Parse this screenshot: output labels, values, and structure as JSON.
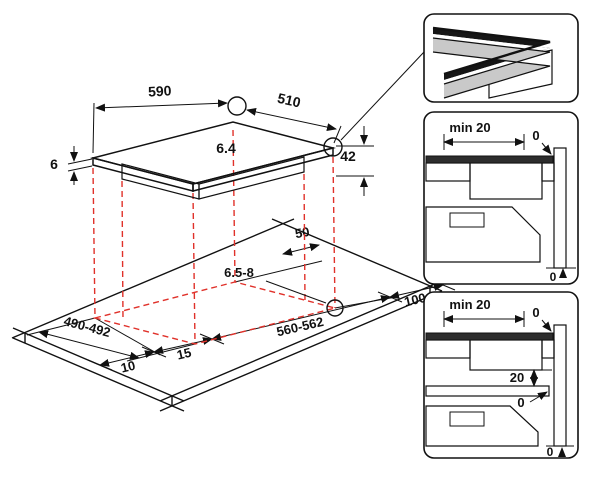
{
  "diagram": {
    "hob": {
      "width": "590",
      "depth": "510",
      "glass_thickness": "6.4",
      "edge_height": "6",
      "built_in_depth": "42"
    },
    "cutout": {
      "rear_clearance": "50",
      "flush_recess": "6.5-8",
      "depth": "490-492",
      "front_margin": "10",
      "front_offset": "15",
      "width": "560-562",
      "side_clearance": "100"
    },
    "section_top": {
      "min_side_clearance": "min 20",
      "wall_gap_top": "0",
      "wall_gap_bottom": "0"
    },
    "section_bottom": {
      "min_side_clearance": "min 20",
      "wall_gap_top": "0",
      "shelf_clearance": "20",
      "shelf_wall_gap": "0",
      "wall_gap_bottom": "0"
    },
    "colors": {
      "outline": "#111111",
      "projection_red": "#e0312a",
      "worktop_gray": "#c9c9c9",
      "wall_gray": "#b4b4b4",
      "glass_dark": "#2d2d2d"
    }
  }
}
